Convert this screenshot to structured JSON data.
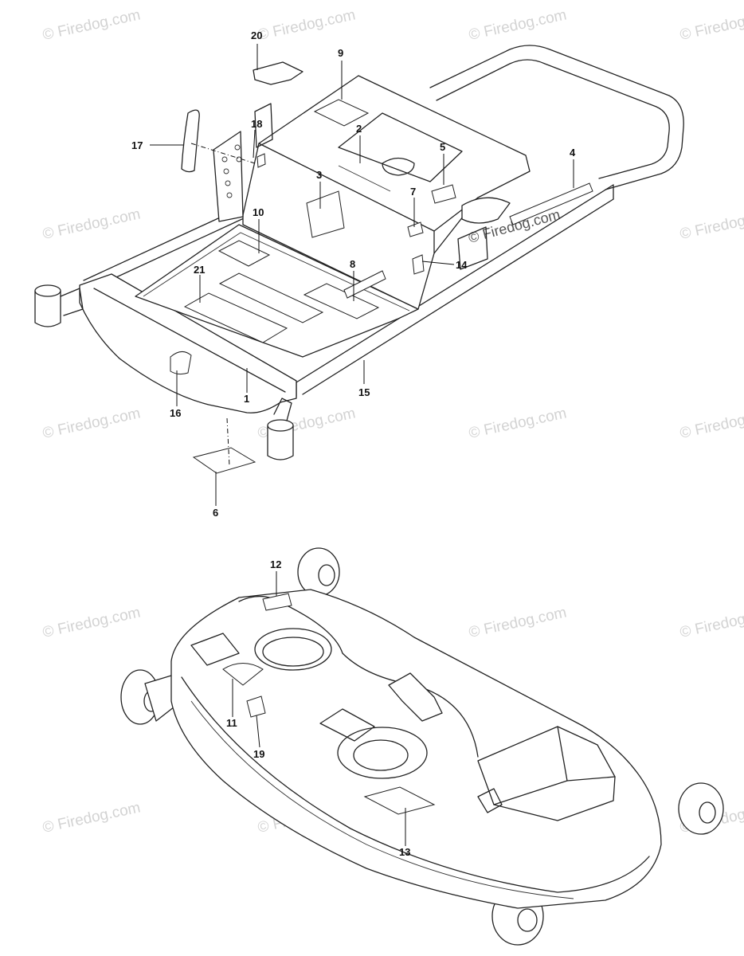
{
  "watermark": {
    "text": "© Firedog.com"
  },
  "callouts": {
    "c1": "1",
    "c2": "2",
    "c3": "3",
    "c4": "4",
    "c5": "5",
    "c6": "6",
    "c7": "7",
    "c8": "8",
    "c9": "9",
    "c10": "10",
    "c11": "11",
    "c12": "12",
    "c13": "13",
    "c14": "14",
    "c15": "15",
    "c16": "16",
    "c17": "17",
    "c18": "18",
    "c19": "19",
    "c20": "20",
    "c21": "21"
  },
  "colors": {
    "line": "#222222",
    "watermark": "#d3d3d3",
    "background": "#ffffff"
  }
}
